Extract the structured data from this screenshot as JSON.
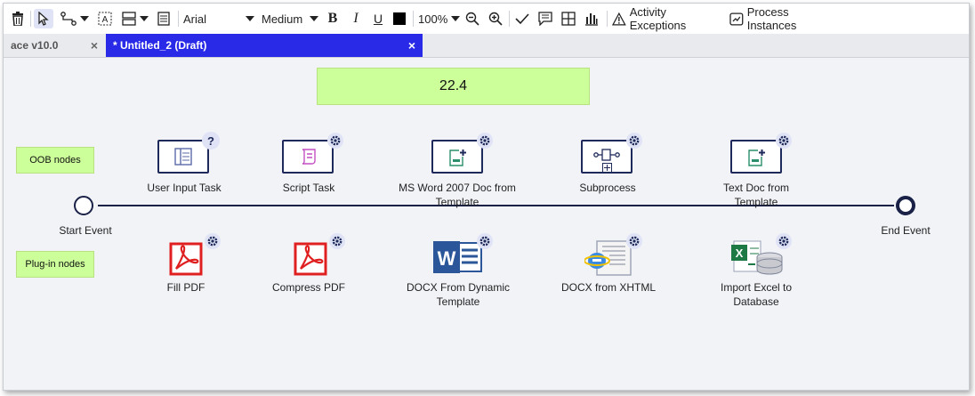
{
  "toolbar": {
    "font_family": "Arial",
    "font_weight": "Medium",
    "zoom": "100%",
    "activity_exceptions": "Activity Exceptions",
    "process_instances": "Process Instances",
    "bold": "B",
    "italic": "I",
    "underline": "U"
  },
  "tabs": [
    {
      "label": "ace v10.0",
      "close": "×"
    },
    {
      "label": "* Untitled_2 (Draft)",
      "close": "×"
    }
  ],
  "canvas": {
    "value_box": "22.4",
    "oob_label": "OOB nodes",
    "plugin_label": "Plug-in nodes",
    "start_event": "Start Event",
    "end_event": "End Event",
    "oob_nodes": [
      {
        "label": "User Input Task",
        "icon": "form-icon"
      },
      {
        "label": "Script Task",
        "icon": "script-icon"
      },
      {
        "label": "MS Word 2007 Doc from Template",
        "icon": "doc-add-icon"
      },
      {
        "label": "Subprocess",
        "icon": "subprocess-icon"
      },
      {
        "label": "Text Doc from Template",
        "icon": "doc-add-icon"
      }
    ],
    "plugin_nodes": [
      {
        "label": "Fill PDF",
        "icon": "pdf-icon"
      },
      {
        "label": "Compress PDF",
        "icon": "pdf-icon"
      },
      {
        "label": "DOCX From Dynamic Template",
        "icon": "word-icon"
      },
      {
        "label": "DOCX from XHTML",
        "icon": "ie-doc-icon"
      },
      {
        "label": "Import Excel to Database",
        "icon": "excel-db-icon"
      }
    ],
    "question_mark": "?"
  }
}
